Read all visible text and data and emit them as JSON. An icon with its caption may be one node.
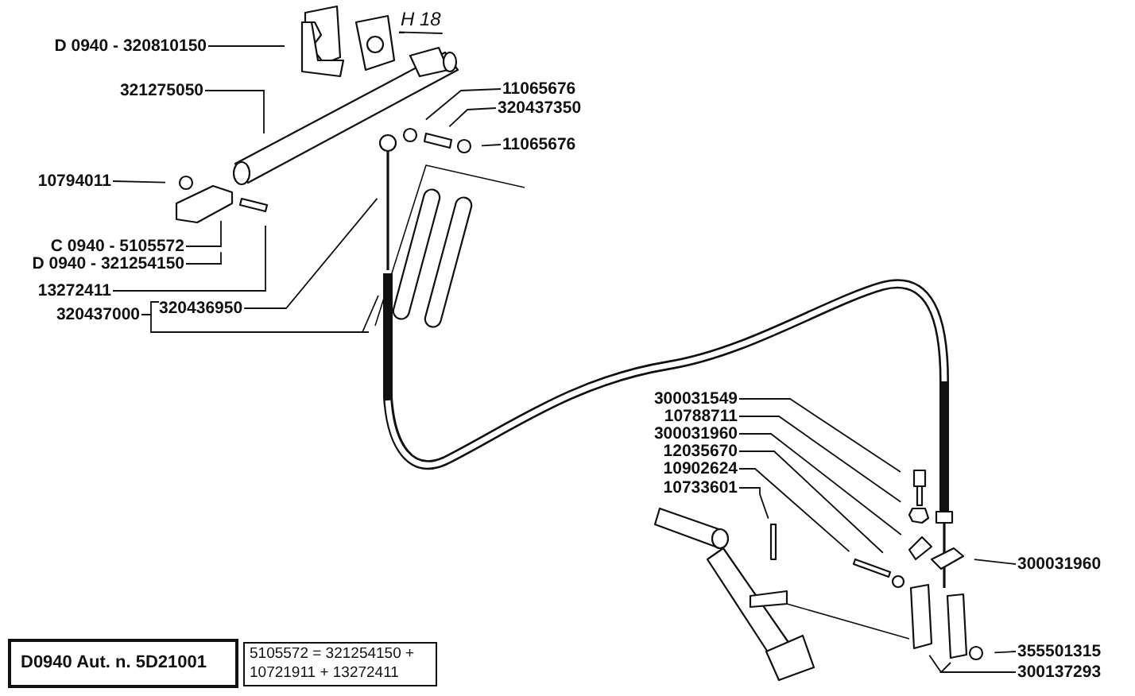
{
  "diagram": {
    "nodes": [
      {
        "text": [
          "D 0940 - 320810150"
        ]
      },
      {
        "text": [
          "H 18"
        ]
      },
      {
        "text": [
          "321275050"
        ]
      },
      {
        "text": [
          "11065676"
        ]
      },
      {
        "text": [
          "320437350"
        ]
      },
      {
        "text": [
          "11065676"
        ]
      },
      {
        "text": [
          "10794011"
        ]
      },
      {
        "text": [
          "C 0940 - 5105572"
        ]
      },
      {
        "text": [
          "D 0940 - 321254150"
        ]
      },
      {
        "text": [
          "13272411"
        ]
      },
      {
        "text": [
          "320437000"
        ]
      },
      {
        "text": [
          "320436950"
        ]
      },
      {
        "text": [
          "300031549"
        ]
      },
      {
        "text": [
          "10788711"
        ]
      },
      {
        "text": [
          "300031960"
        ]
      },
      {
        "text": [
          "12035670"
        ]
      },
      {
        "text": [
          "10902624"
        ]
      },
      {
        "text": [
          "10733601"
        ]
      },
      {
        "text": [
          "300031960"
        ]
      },
      {
        "text": [
          "355501315"
        ]
      },
      {
        "text": [
          "300137293"
        ]
      },
      {
        "text": [
          "D0940 Aut. n. 5D21001"
        ]
      },
      {
        "text": [
          "5105572 = 321254150 + 10721911 + 13272411"
        ]
      }
    ],
    "edges": [
      {
        "from": 0,
        "to": null,
        "arrow": "none"
      },
      {
        "from": 1,
        "to": null,
        "arrow": "none"
      },
      {
        "from": 2,
        "to": null,
        "arrow": "none"
      },
      {
        "from": 3,
        "to": null,
        "arrow": "none"
      },
      {
        "from": 4,
        "to": null,
        "arrow": "none"
      },
      {
        "from": 5,
        "to": null,
        "arrow": "none"
      },
      {
        "from": 6,
        "to": null,
        "arrow": "none"
      },
      {
        "from": 7,
        "to": null,
        "arrow": "none"
      },
      {
        "from": 8,
        "to": null,
        "arrow": "none"
      },
      {
        "from": 9,
        "to": null,
        "arrow": "none"
      },
      {
        "from": 10,
        "to": null,
        "arrow": "none"
      },
      {
        "from": 11,
        "to": null,
        "arrow": "none"
      },
      {
        "from": 12,
        "to": null,
        "arrow": "none"
      },
      {
        "from": 13,
        "to": null,
        "arrow": "none"
      },
      {
        "from": 14,
        "to": null,
        "arrow": "none"
      },
      {
        "from": 15,
        "to": null,
        "arrow": "none"
      },
      {
        "from": 16,
        "to": null,
        "arrow": "none"
      },
      {
        "from": 17,
        "to": null,
        "arrow": "none"
      },
      {
        "from": 18,
        "to": null,
        "arrow": "none"
      },
      {
        "from": 19,
        "to": null,
        "arrow": "none"
      },
      {
        "from": 20,
        "to": null,
        "arrow": "none"
      },
      {
        "from": 20,
        "to": null,
        "arrow": "none"
      }
    ]
  }
}
